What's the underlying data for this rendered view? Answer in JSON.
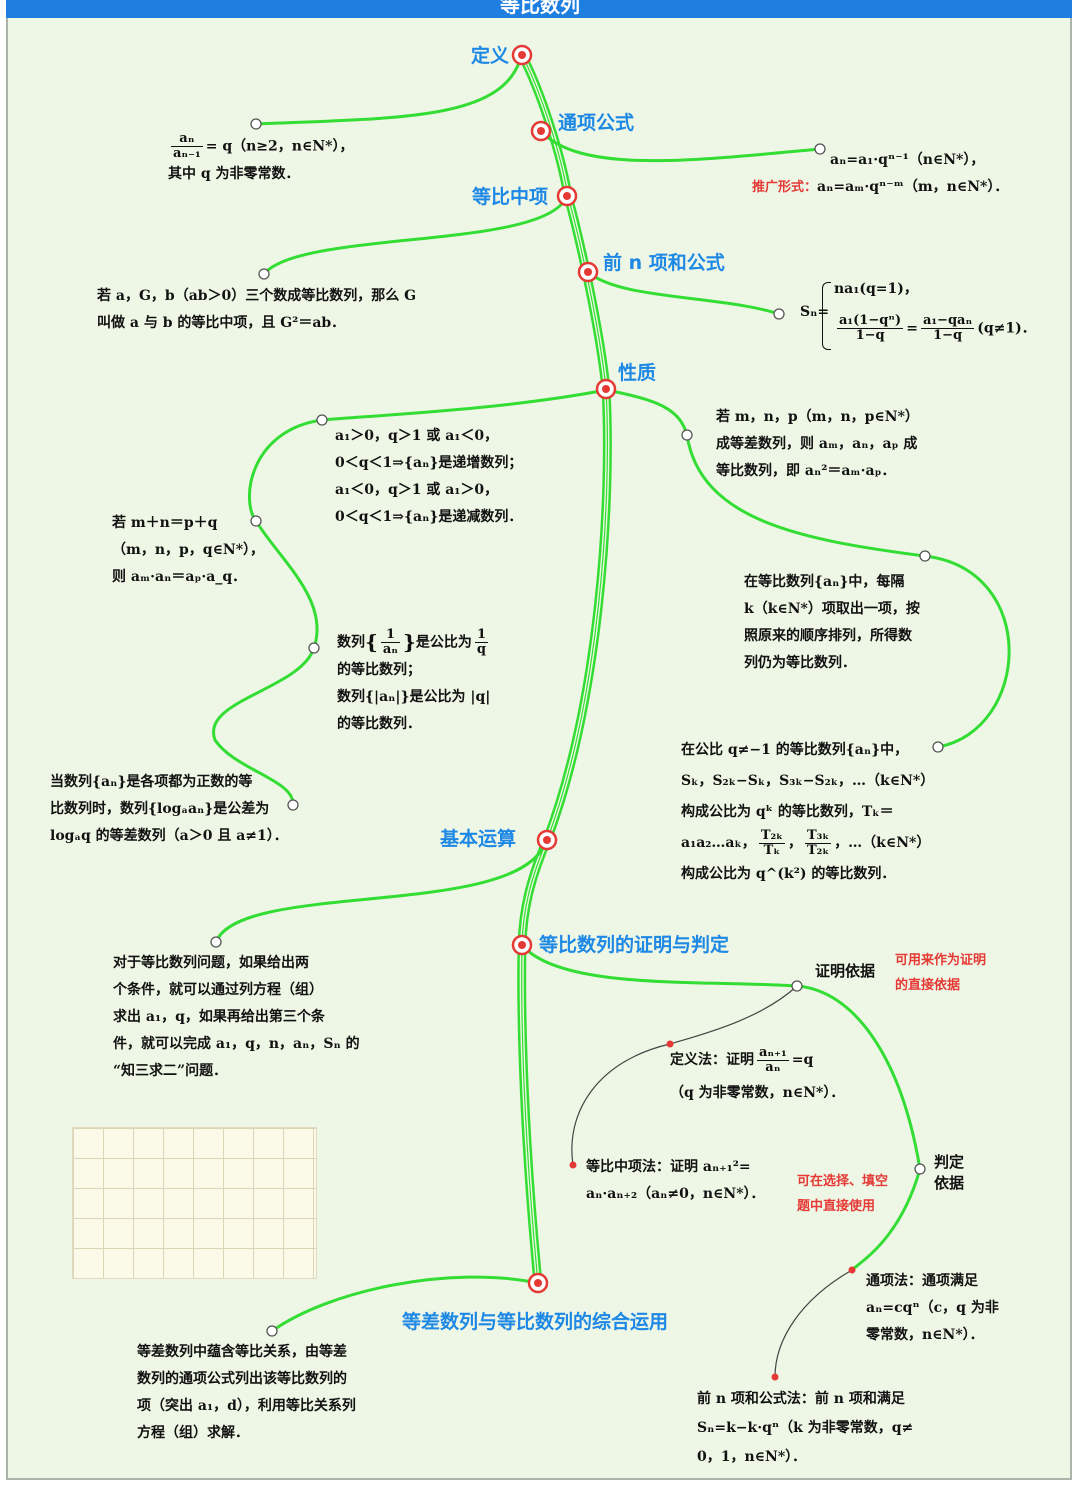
{
  "title": "等比数列",
  "branches": {
    "definition": "定义",
    "general_term": "通项公式",
    "geometric_mean": "等比中项",
    "sum_formula": "前 n 项和公式",
    "properties": "性质",
    "basic_ops": "基本运算",
    "proof": "等比数列的证明与判定",
    "combined": "等差数列与等比数列的综合运用"
  },
  "definition_text": {
    "frac_num": "aₙ",
    "frac_den": "aₙ₋₁",
    "line1_rest": "= q（n≥2，n∈N*），",
    "line2": "其中 q 为非零常数．"
  },
  "general_term_text": {
    "line1": "aₙ=a₁·qⁿ⁻¹（n∈N*），",
    "line2_label": "推广形式：",
    "line2_rest": "aₙ=aₘ·qⁿ⁻ᵐ（m，n∈N*）．"
  },
  "geometric_mean_text": {
    "line1": "若 a，G，b（ab＞0）三个数成等比数列，那么 G",
    "line2": "叫做 a 与 b 的等比中项，且 G²＝ab．"
  },
  "sum_formula_text": {
    "lhs": "Sₙ=",
    "case1": "na₁(q=1)，",
    "case2_num": "a₁(1−qⁿ)",
    "case2_den": "1−q",
    "eq": "=",
    "case3_num": "a₁−qaₙ",
    "case3_den": "1−q",
    "cond": "(q≠1)．"
  },
  "properties": {
    "monotonic": [
      "a₁＞0，q＞1 或 a₁＜0，",
      "0＜q＜1⇒{aₙ}是递增数列；",
      "a₁＜0，q＞1 或 a₁＞0，",
      "0＜q＜1⇒{aₙ}是递减数列．"
    ],
    "index_sum": [
      "若 m＋n＝p＋q",
      "（m，n，p，q∈N*），",
      "则 aₘ·aₙ＝aₚ·a_q．"
    ],
    "reciprocal": {
      "prefix": "数列",
      "frac_num": "1",
      "frac_den": "aₙ",
      "mid": "是公比为",
      "q_num": "1",
      "q_den": "q",
      "line2": "的等比数列；",
      "line3": "数列{|aₙ|}是公比为 |q|",
      "line4": "的等比数列．"
    },
    "log": [
      "当数列{aₙ}是各项都为正数的等",
      "比数列时，数列{logₐaₙ}是公差为",
      "logₐq 的等差数列（a＞0 且 a≠1）．"
    ],
    "mean_prop": [
      "若 m，n，p（m，n，p∈N*）",
      "成等差数列，则 aₘ，aₙ，aₚ 成",
      "等比数列，即 aₙ²＝aₘ·aₚ．"
    ],
    "subseq": [
      "在等比数列{aₙ}中，每隔",
      "k（k∈N*）项取出一项，按",
      "照原来的顺序排列，所得数",
      "列仍为等比数列．"
    ],
    "segment": [
      "在公比 q≠−1 的等比数列{aₙ}中，",
      "Sₖ，S₂ₖ−Sₖ，S₃ₖ−S₂ₖ，…（k∈N*）",
      "构成公比为 qᵏ 的等比数列，Tₖ＝",
      "a₁a₂…aₖ，",
      "构成公比为 q^(k²) 的等比数列．"
    ],
    "segment_frac1_num": "T₂ₖ",
    "segment_frac1_den": "Tₖ",
    "segment_frac2_num": "T₃ₖ",
    "segment_frac2_den": "T₂ₖ",
    "segment_tail": "，…（k∈N*）"
  },
  "basic_ops_text": [
    "对于等比数列问题，如果给出两",
    "个条件，就可以通过列方程（组）",
    "求出 a₁，q，如果再给出第三个条",
    "件，就可以完成 a₁，q，n，aₙ，Sₙ 的",
    "“知三求二”问题．"
  ],
  "proof_text": {
    "basis_label": "证明依据",
    "basis_note": [
      "可用来作为证明",
      "的直接依据"
    ],
    "judge_label": [
      "判定",
      "依据"
    ],
    "judge_note": [
      "可在选择、填空",
      "题中直接使用"
    ],
    "def_method_prefix": "定义法：证明",
    "def_frac_num": "aₙ₊₁",
    "def_frac_den": "aₙ",
    "def_rest": "=q",
    "def_line2": "（q 为非零常数，n∈N*）．",
    "mean_method": [
      "等比中项法：证明 aₙ₊₁²=",
      "aₙ·aₙ₊₂（aₙ≠0，n∈N*）．"
    ],
    "term_method": [
      "通项法：通项满足",
      "aₙ=cqⁿ（c，q 为非",
      "零常数，n∈N*）．"
    ],
    "sum_method": [
      "前 n 项和公式法：前 n 项和满足",
      "Sₙ=k−k·qⁿ（k 为非零常数，q≠",
      "0，1，n∈N*）．"
    ]
  },
  "combined_text": [
    "等差数列中蕴含等比关系，由等差",
    "数列的通项公式列出该等比数列的",
    "项（突出 a₁，d），利用等比关系列",
    "方程（组）求解．"
  ],
  "colors": {
    "branch": "#33dd33",
    "label": "#1e88e5",
    "accent": "#e53935",
    "title_bar": "#1f7fe0"
  }
}
